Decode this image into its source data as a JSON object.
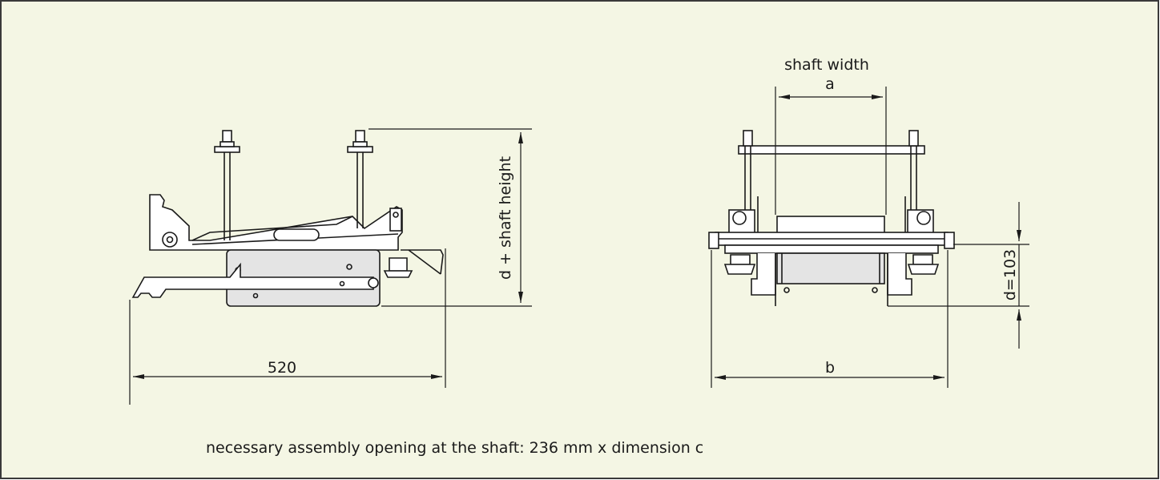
{
  "colors": {
    "background": "#f4f6e4",
    "frame": "#3a3a3a",
    "line": "#1a1a1a",
    "fill": "#ffffff",
    "shade": "#e4e4e4"
  },
  "side_view": {
    "dim_length": "520",
    "dim_height": "d + shaft height"
  },
  "front_view": {
    "shaft_width_label": "shaft width",
    "dim_a": "a",
    "dim_b": "b",
    "dim_d": "d=103"
  },
  "footnote": "necessary assembly opening at the shaft: 236 mm x dimension c"
}
